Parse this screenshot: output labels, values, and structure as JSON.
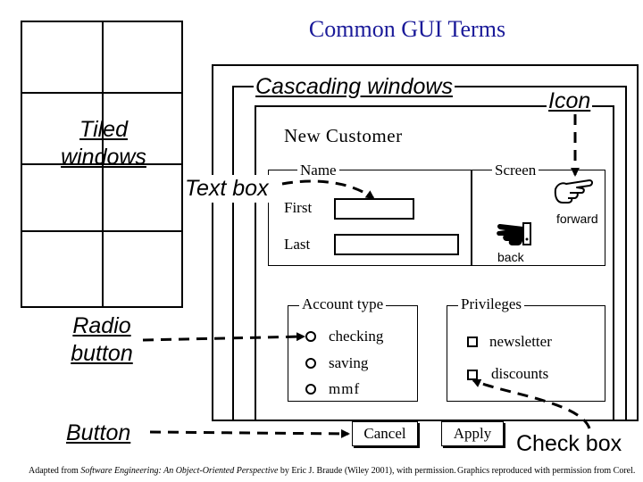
{
  "title": "Common GUI Terms",
  "callouts": {
    "tiled_windows": [
      "Tiled",
      "windows"
    ],
    "cascading_windows": "Cascading windows",
    "icon": "Icon",
    "text_box": "Text box",
    "radio_button": [
      "Radio",
      "button"
    ],
    "button": "Button",
    "check_box": "Check box"
  },
  "window": {
    "title": "New Customer",
    "name_group": {
      "label": "Name",
      "first_label": "First",
      "last_label": "Last",
      "first_value": "",
      "last_value": ""
    },
    "screen_group": {
      "label": "Screen",
      "forward_label": "forward",
      "back_label": "back"
    },
    "account_type": {
      "label": "Account type",
      "options": [
        "checking",
        "saving",
        "mmf"
      ]
    },
    "privileges": {
      "label": "Privileges",
      "options": [
        "newsletter",
        "discounts"
      ]
    },
    "buttons": {
      "cancel": "Cancel",
      "apply": "Apply"
    }
  },
  "footer": {
    "source_prefix": "Adapted from ",
    "source_title": "Software Engineering: An Object-Oriented Perspective",
    "source_suffix": " by Eric J. Braude (Wiley 2001), with permission.",
    "graphics_credit": "Graphics reproduced with permission from Corel."
  },
  "colors": {
    "title": "#1a1a99",
    "lines": "#000000"
  },
  "icons": [
    "pointing-hand-forward-icon",
    "pointing-hand-back-icon"
  ]
}
